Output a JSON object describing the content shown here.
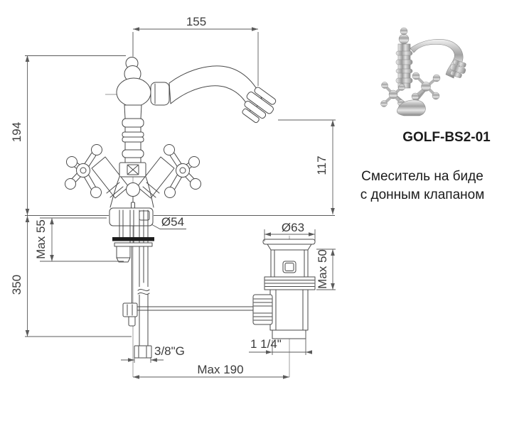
{
  "product": {
    "code": "GOLF-BS2-01",
    "line1": "Смеситель на биде",
    "line2": "с донным клапаном"
  },
  "drawing": {
    "dims": {
      "spout_reach": "155",
      "spout_height": "194",
      "outlet_height": "117",
      "base_diameter": "Ø54",
      "deck_max": "Max 55",
      "supply_length": "350",
      "drain_diameter": "Ø63",
      "drain_body_max": "Max 50",
      "supply_thread": "3/8\"G",
      "drain_thread": "1 1/4\"",
      "centers_max": "Max 190"
    }
  },
  "colors": {
    "line": "#4a4a4a",
    "dimension": "#5b5b5b",
    "text": "#3c3c3c",
    "label_text": "#1b1b1b",
    "chrome_light": "#f0f0f0",
    "chrome_dark": "#8d8d8d",
    "background": "#ffffff"
  }
}
